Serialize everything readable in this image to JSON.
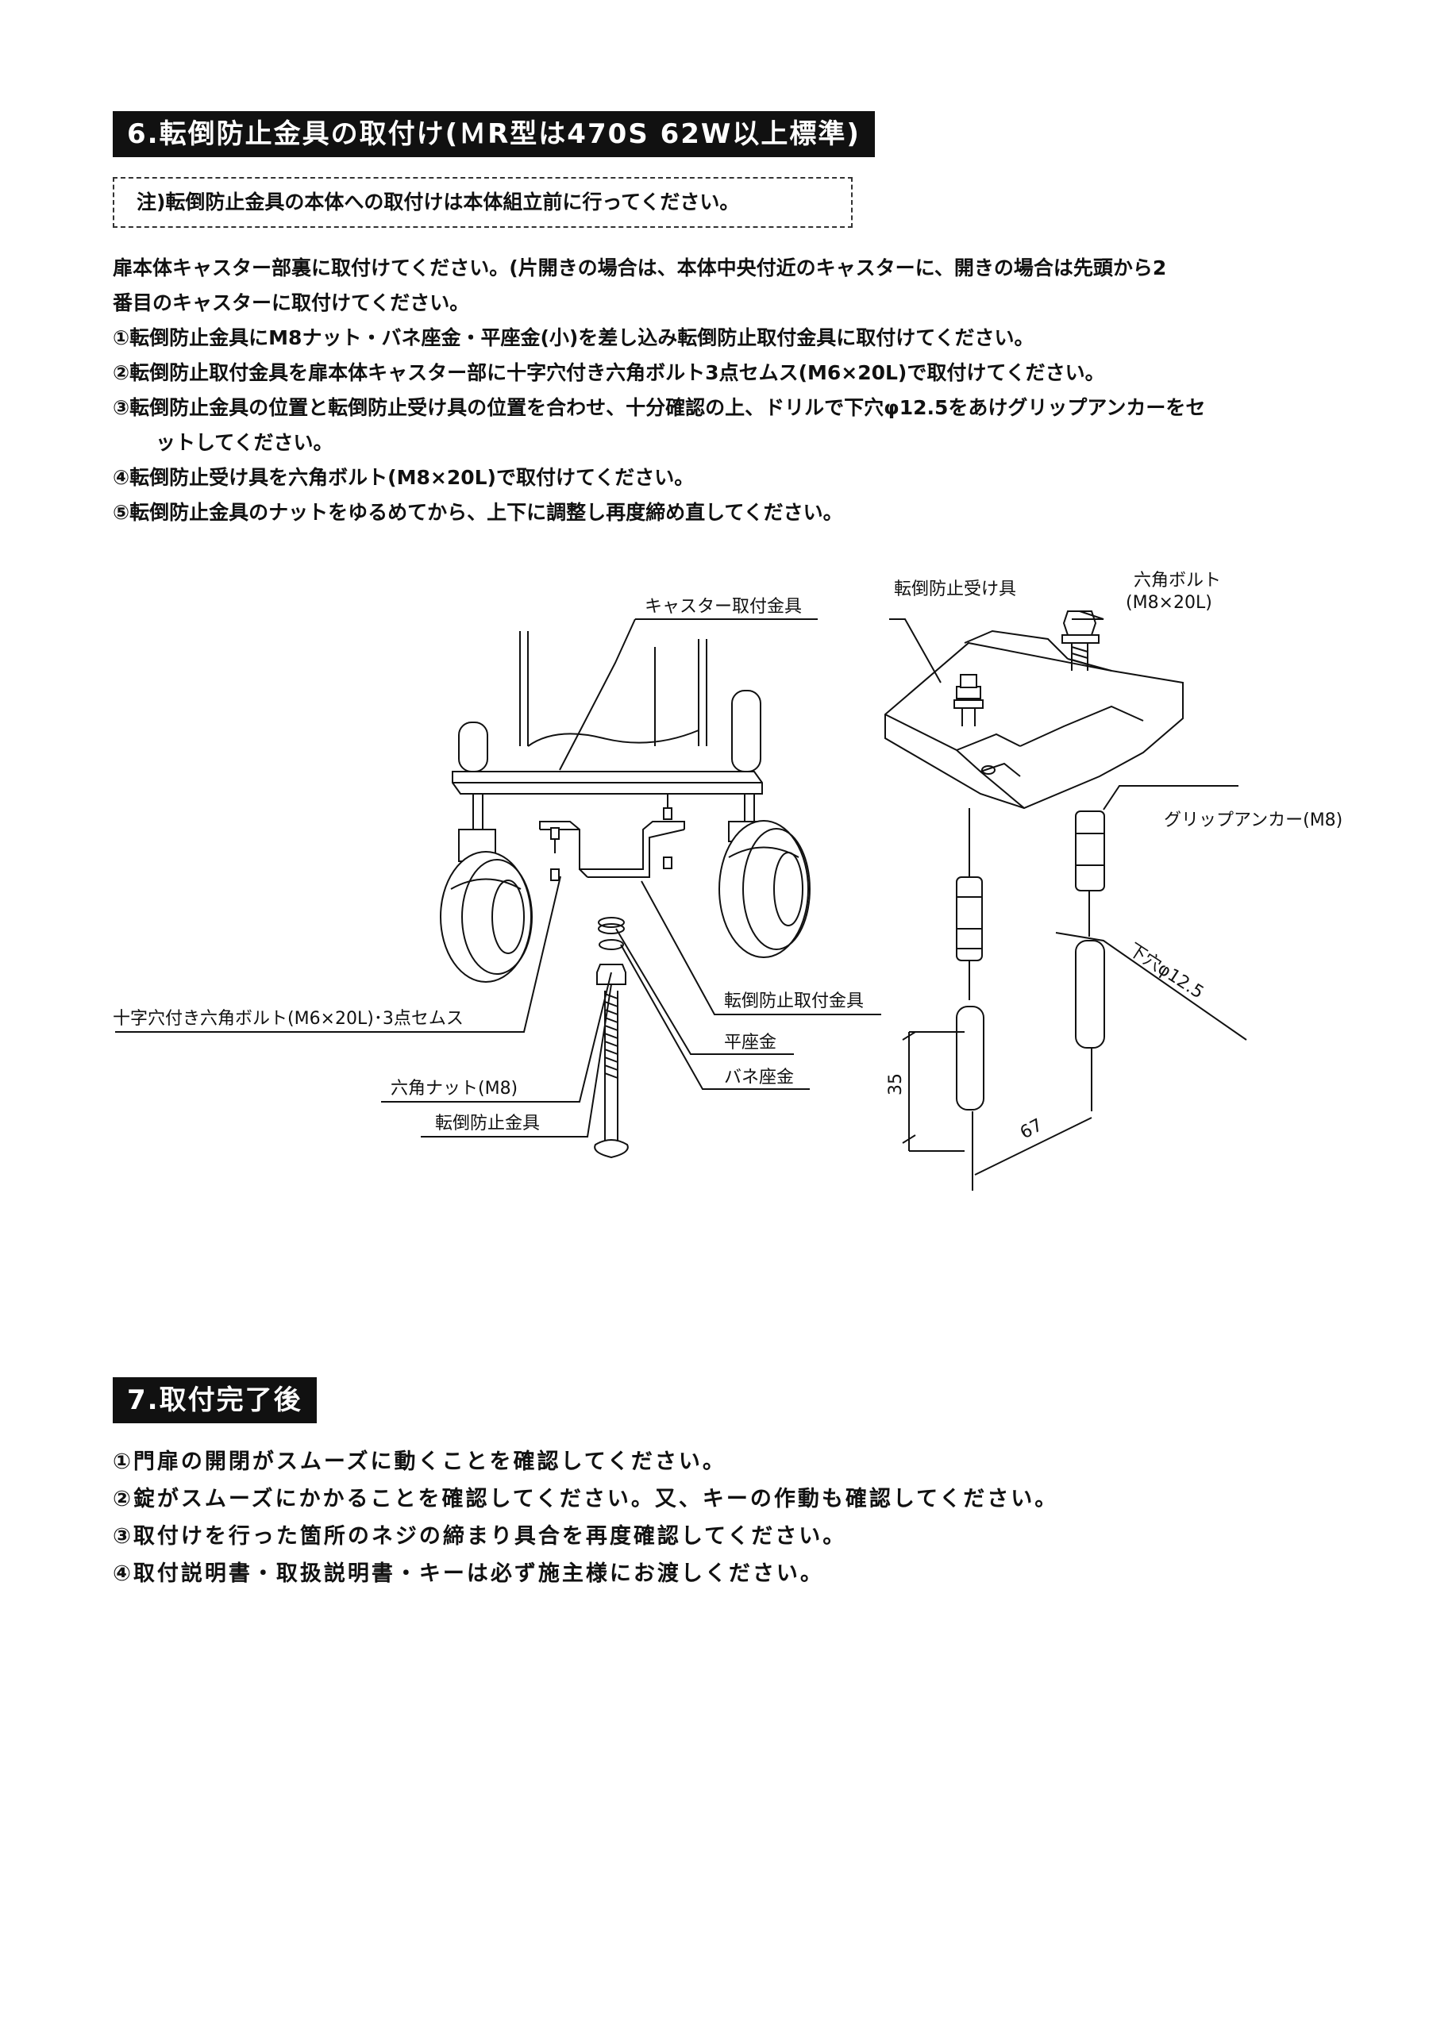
{
  "section6": {
    "title": "6.転倒防止金具の取付け(ＭR型は470S 62W以上標準)",
    "note": "注)転倒防止金具の本体への取付けは本体組立前に行ってください。",
    "intro": [
      "扉本体キャスター部裏に取付けてください。(片開きの場合は、本体中央付近のキャスターに、開きの場合は先頭から2",
      "番目のキャスターに取付けてください。"
    ],
    "steps": [
      "①転倒防止金具にM8ナット・バネ座金・平座金(小)を差し込み転倒防止取付金具に取付けてください。",
      "②転倒防止取付金具を扉本体キャスター部に十字穴付き六角ボルト3点セムス(M6×20L)で取付けてください。",
      "③転倒防止金具の位置と転倒防止受け具の位置を合わせ、十分確認の上、ドリルで下穴φ12.5をあけグリップアンカーをセ",
      "ットしてください。",
      "④転倒防止受け具を六角ボルト(M8×20L)で取付けてください。",
      "⑤転倒防止金具のナットをゆるめてから、上下に調整し再度締め直してください。"
    ]
  },
  "diagram": {
    "labels": {
      "caster_bracket": "キャスター取付金具",
      "cross_bolt": "十字穴付き六角ボルト(M6×20L)･3点セムス",
      "hex_nut": "六角ナット(M8)",
      "stopper": "転倒防止金具",
      "stopper_bracket": "転倒防止取付金具",
      "flat_washer": "平座金",
      "spring_washer": "バネ座金",
      "receiver": "転倒防止受け具",
      "hex_bolt": "六角ボルト",
      "hex_bolt_size": "(M8×20L)",
      "grip_anchor": "グリップアンカー(M8)",
      "pilot_hole": "下穴φ12.5",
      "dim_depth": "35",
      "dim_spacing": "67"
    }
  },
  "section7": {
    "title": "7.取付完了後",
    "steps": [
      "①門扉の開閉がスムーズに動くことを確認してください。",
      "②錠がスムーズにかかることを確認してください。又、キーの作動も確認してください。",
      "③取付けを行った箇所のネジの締まり具合を再度確認してください。",
      "④取付説明書・取扱説明書・キーは必ず施主様にお渡しください。"
    ]
  }
}
